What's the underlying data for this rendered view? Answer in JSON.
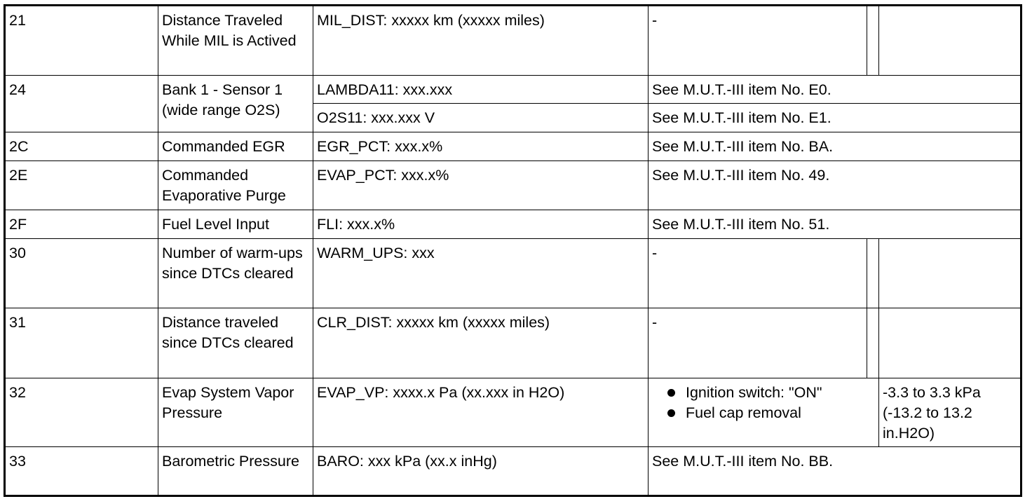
{
  "rows": [
    {
      "pid": "21",
      "name": "Distance Traveled While MIL is Actived",
      "item": "MIL_DIST: xxxxx km (xxxxx miles)",
      "condition": "-"
    },
    {
      "pid": "24",
      "name": "Bank 1 - Sensor 1 (wide range O2S)",
      "sub": [
        {
          "item": "LAMBDA11: xxx.xxx",
          "condition": "See M.U.T.-III item No. E0."
        },
        {
          "item": "O2S11: xxx.xxx V",
          "condition": "See M.U.T.-III item No. E1."
        }
      ]
    },
    {
      "pid": "2C",
      "name": "Commanded EGR",
      "item": "EGR_PCT: xxx.x%",
      "condition": "See M.U.T.-III item No. BA."
    },
    {
      "pid": "2E",
      "name": "Commanded Evaporative Purge",
      "item": "EVAP_PCT: xxx.x%",
      "condition": "See M.U.T.-III item No. 49."
    },
    {
      "pid": "2F",
      "name": "Fuel Level Input",
      "item": "FLI: xxx.x%",
      "condition": "See M.U.T.-III item No. 51."
    },
    {
      "pid": "30",
      "name": "Number of warm-ups since DTCs cleared",
      "item": "WARM_UPS: xxx",
      "condition": "-"
    },
    {
      "pid": "31",
      "name": "Distance traveled since DTCs cleared",
      "item": "CLR_DIST: xxxxx km (xxxxx miles)",
      "condition": "-"
    },
    {
      "pid": "32",
      "name": "Evap System Vapor Pressure",
      "item": "EVAP_VP: xxxx.x Pa (xx.xxx in H2O)",
      "conditions": [
        "Ignition switch: \"ON\"",
        "Fuel cap removal"
      ],
      "standard": "-3.3 to 3.3 kPa (-13.2 to 13.2 in.H2O)"
    },
    {
      "pid": "33",
      "name": "Barometric Pressure",
      "item": "BARO: xxx kPa (xx.x inHg)",
      "condition": "See M.U.T.-III item No. BB."
    }
  ]
}
